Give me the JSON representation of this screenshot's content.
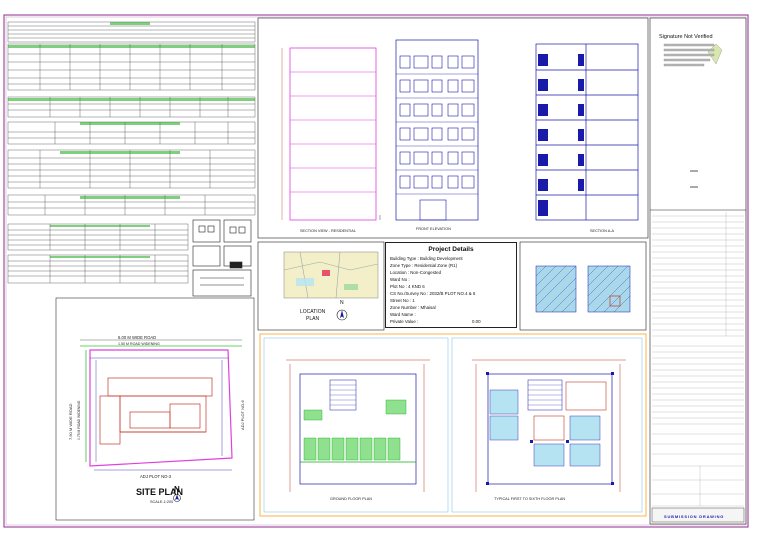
{
  "drawing": {
    "site_plan": {
      "title": "SITE PLAN",
      "scale": "SCALE-1:200",
      "north": "N",
      "road_top": "6.00 M WIDE ROAD",
      "road_widening_top": "1.50 M ROAD WIDENING",
      "road_left": "7.50 M WIDE ROAD",
      "road_widening_left": "0.75 M ROAD WIDENING",
      "adj_right": "ADJ PLOT NO-6",
      "adj_bottom": "ADJ PLOT NO-3"
    },
    "location_plan": {
      "title_line1": "LOCATION",
      "title_line2": "PLAN",
      "north": "N"
    },
    "views": {
      "section_view": "SECTION VIEW - RESIDENTIAL",
      "front_elevation": "FRONT ELEVATION",
      "section_aa": "SECTION A-A",
      "ground_floor": "GROUND FLOOR PLAN",
      "typical_floor": "TYPICAL FIRST TO SIXTH FLOOR PLAN"
    },
    "project_details": {
      "title": "Project Details",
      "lines": [
        "Building Type : Building Development",
        "Zone Type : Residential Zone (R1)",
        "Location : Non-Congested",
        "Ward No :",
        "Plot No : 4 KND 6",
        "CS No./Survey No : 2032/B PLOT NO.4 & 6",
        "Street No : 1",
        "Zone Number : Mhaisal",
        "Ward Name :",
        "Private Value :",
        "0.00"
      ]
    },
    "signature": {
      "title": "Signature Not Verified"
    },
    "footer_stamp": "SUBMISSION DRAWING"
  },
  "colors": {
    "plot_boundary": "#e040e0",
    "building_outline": "#1a1aaa",
    "table_header": "#18a818",
    "panel_frame": "#ffb347",
    "sheet_border": "#8c2b8c"
  }
}
